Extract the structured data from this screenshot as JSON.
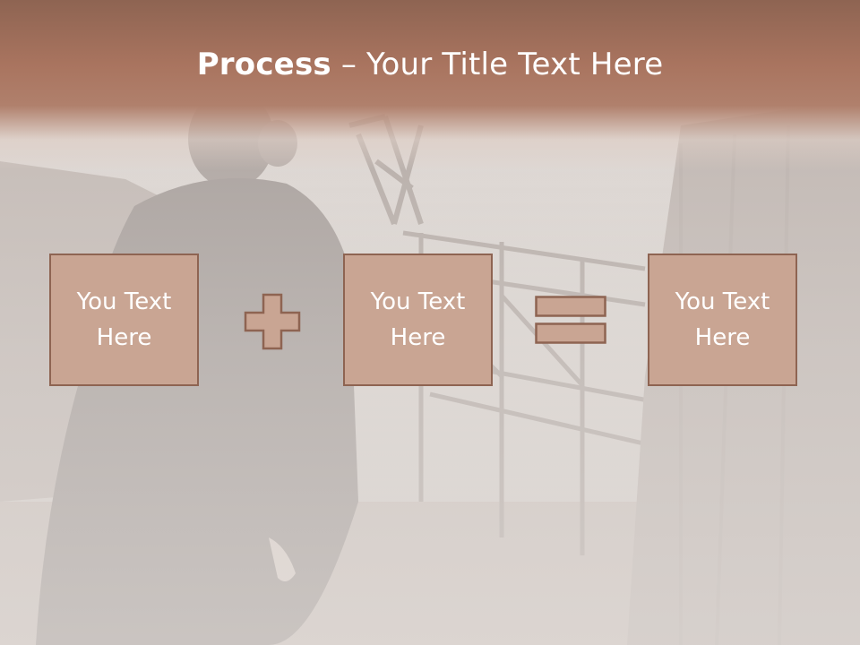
{
  "slide": {
    "title_bold": "Process",
    "title_rest": " – Your Title Text Here",
    "boxes": [
      {
        "text": "You Text\nHere"
      },
      {
        "text": "You Text\nHere"
      },
      {
        "text": "You Text\nHere"
      }
    ],
    "operators": [
      "plus-icon",
      "equals-icon"
    ],
    "colors": {
      "title_band": "#a9745f",
      "box_fill": "#c9a593",
      "box_border": "#8e6452",
      "text": "#ffffff"
    }
  }
}
